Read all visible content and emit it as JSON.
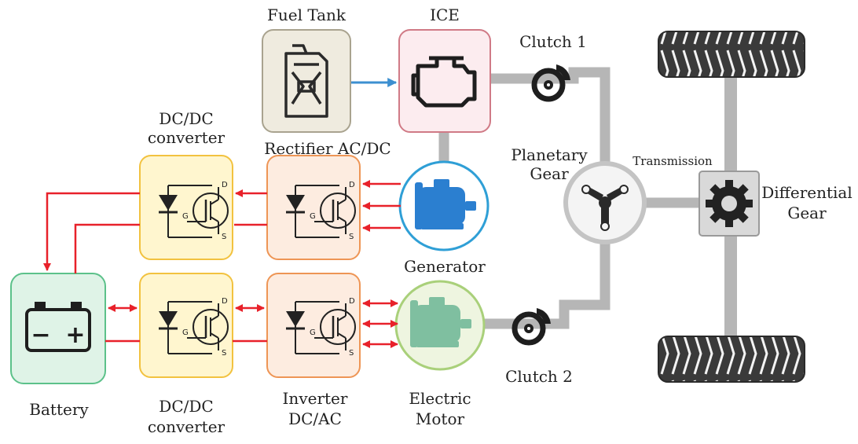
{
  "labels": {
    "fuel_tank": "Fuel Tank",
    "ice": "ICE",
    "clutch1": "Clutch 1",
    "clutch2": "Clutch 2",
    "dcdc_top": [
      "DC/DC",
      "converter"
    ],
    "rectifier": "Rectifier AC/DC",
    "planetary_gear": [
      "Planetary",
      "Gear"
    ],
    "transmission": "Transmission",
    "differential_gear": [
      "Differential",
      "Gear"
    ],
    "generator": "Generator",
    "battery": "Battery",
    "dcdc_bottom": [
      "DC/DC",
      "converter"
    ],
    "inverter": [
      "Inverter",
      "DC/AC"
    ],
    "electric_motor": [
      "Electric",
      "Motor"
    ]
  },
  "switch_terminals": {
    "drain": "D",
    "gate": "G",
    "source": "S"
  },
  "battery_terminals": {
    "negative": "−",
    "positive": "+"
  },
  "colors": {
    "fuel_tank_fill": "#efebdf",
    "fuel_tank_stroke": "#a9a38f",
    "ice_fill": "#fcecef",
    "ice_stroke": "#d07a86",
    "converter_fill": "#fff6cf",
    "converter_stroke": "#f2c23f",
    "rectifier_fill": "#fdece0",
    "rectifier_stroke": "#ee9555",
    "battery_fill": "#dff3e7",
    "battery_stroke": "#5cc18a",
    "generator_stroke": "#2f9fd6",
    "motor_fill": "#eef5e0",
    "motor_stroke": "#a9d07a",
    "electric_flow": "#e8212a",
    "fuel_flow": "#3c8fd0",
    "mechanical": "#b6b6b6"
  }
}
